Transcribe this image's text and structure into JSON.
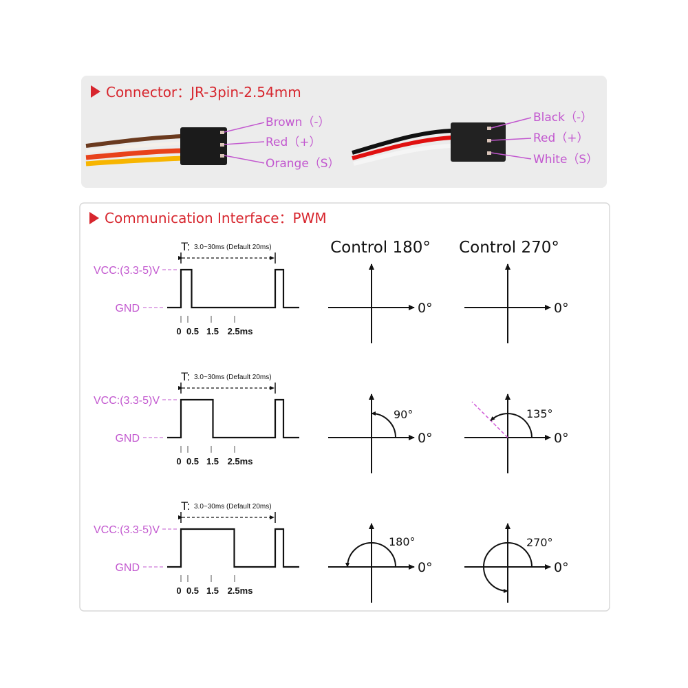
{
  "connector": {
    "title": "Connector：JR-3pin-2.54mm",
    "left_pins": [
      "Brown（-）",
      "Red（+）",
      "Orange（S）"
    ],
    "right_pins": [
      "Black（-）",
      "Red（+）",
      "White（S）"
    ],
    "left_wire_colors": [
      "#6b3a1e",
      "#f4f0ea",
      "#e8421b",
      "#f7b500"
    ],
    "right_wire_colors": [
      "#111111",
      "#e01010",
      "#f5f5f5"
    ]
  },
  "interface": {
    "title": "Communication Interface：PWM",
    "headers": [
      "Control 180°",
      "Control 270°"
    ],
    "period_label_prefix": "T:",
    "period_label": "3.0~30ms (Default 20ms)",
    "vcc_label": "VCC:(3.3-5)V",
    "gnd_label": "GND",
    "tick_labels": [
      "0",
      "0.5",
      "1.5",
      "2.5ms"
    ],
    "zero_label": "0°",
    "rows": [
      {
        "pulse_ms": 0.5,
        "angle_180": "",
        "angle_270": ""
      },
      {
        "pulse_ms": 1.5,
        "angle_180": "90°",
        "angle_270": "135°"
      },
      {
        "pulse_ms": 2.5,
        "angle_180": "180°",
        "angle_270": "270°"
      }
    ]
  },
  "colors": {
    "accent_red": "#d7262e",
    "label_magenta": "#c257cf"
  }
}
